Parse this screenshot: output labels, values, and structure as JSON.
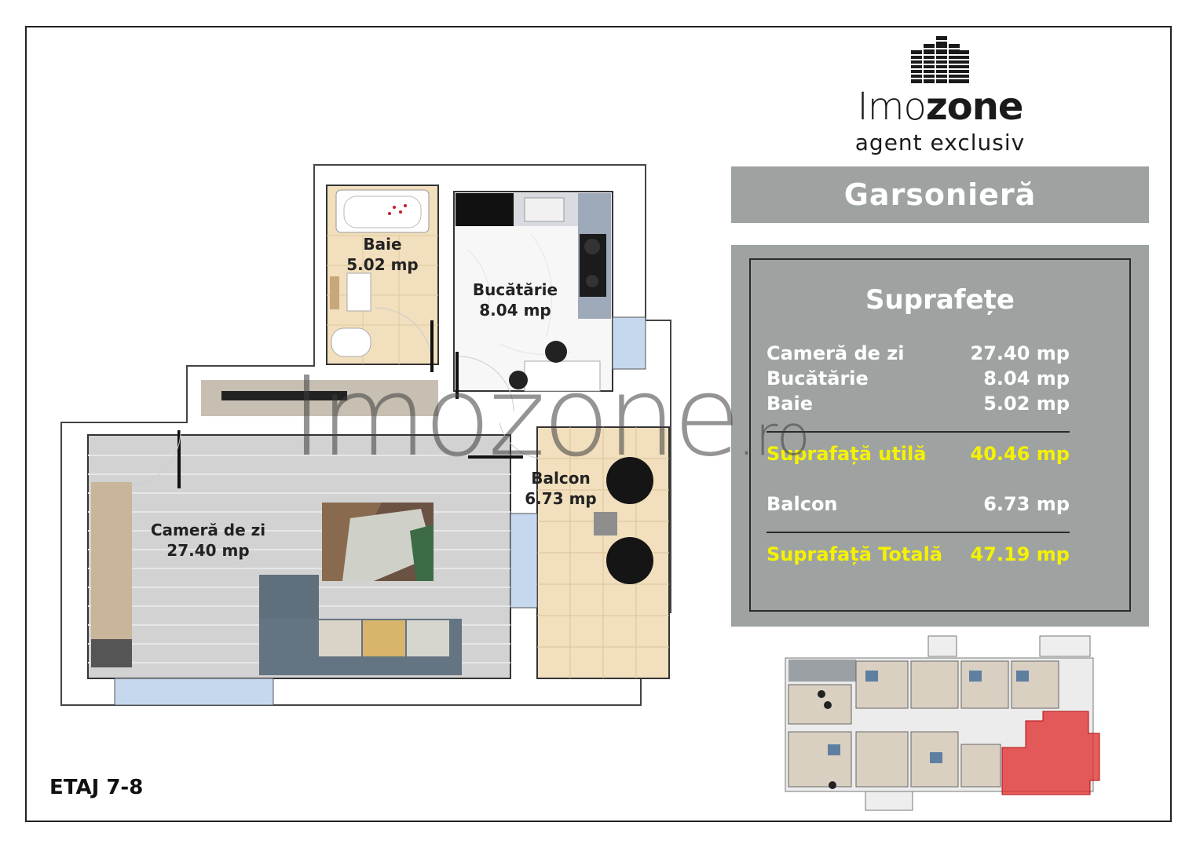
{
  "brand": {
    "name_light": "Imo",
    "name_bold": "zone",
    "tagline": "agent exclusiv"
  },
  "title": "Garsonieră",
  "areas": {
    "heading": "Suprafețe",
    "rows": [
      {
        "label": "Cameră de zi",
        "value": "27.40 mp"
      },
      {
        "label": "Bucătărie",
        "value": "8.04 mp"
      },
      {
        "label": "Baie",
        "value": "5.02 mp"
      }
    ],
    "usable": {
      "label": "Suprafață utilă",
      "value": "40.46 mp"
    },
    "balcony": {
      "label": "Balcon",
      "value": "6.73 mp"
    },
    "total": {
      "label": "Suprafață Totală",
      "value": "47.19 mp"
    }
  },
  "rooms": [
    {
      "name": "Baie",
      "area": "5.02 mp"
    },
    {
      "name": "Bucătărie",
      "area": "8.04 mp"
    },
    {
      "name": "Balcon",
      "area": "6.73 mp"
    },
    {
      "name": "Cameră de zi",
      "area": "27.40 mp"
    }
  ],
  "floor": "ETAJ 7-8",
  "watermark": {
    "main": "Imozone",
    "suffix": ".ro"
  },
  "colors": {
    "panel": "#9ea3a1",
    "highlight": "#f5f200",
    "selected_unit": "#e03030"
  }
}
